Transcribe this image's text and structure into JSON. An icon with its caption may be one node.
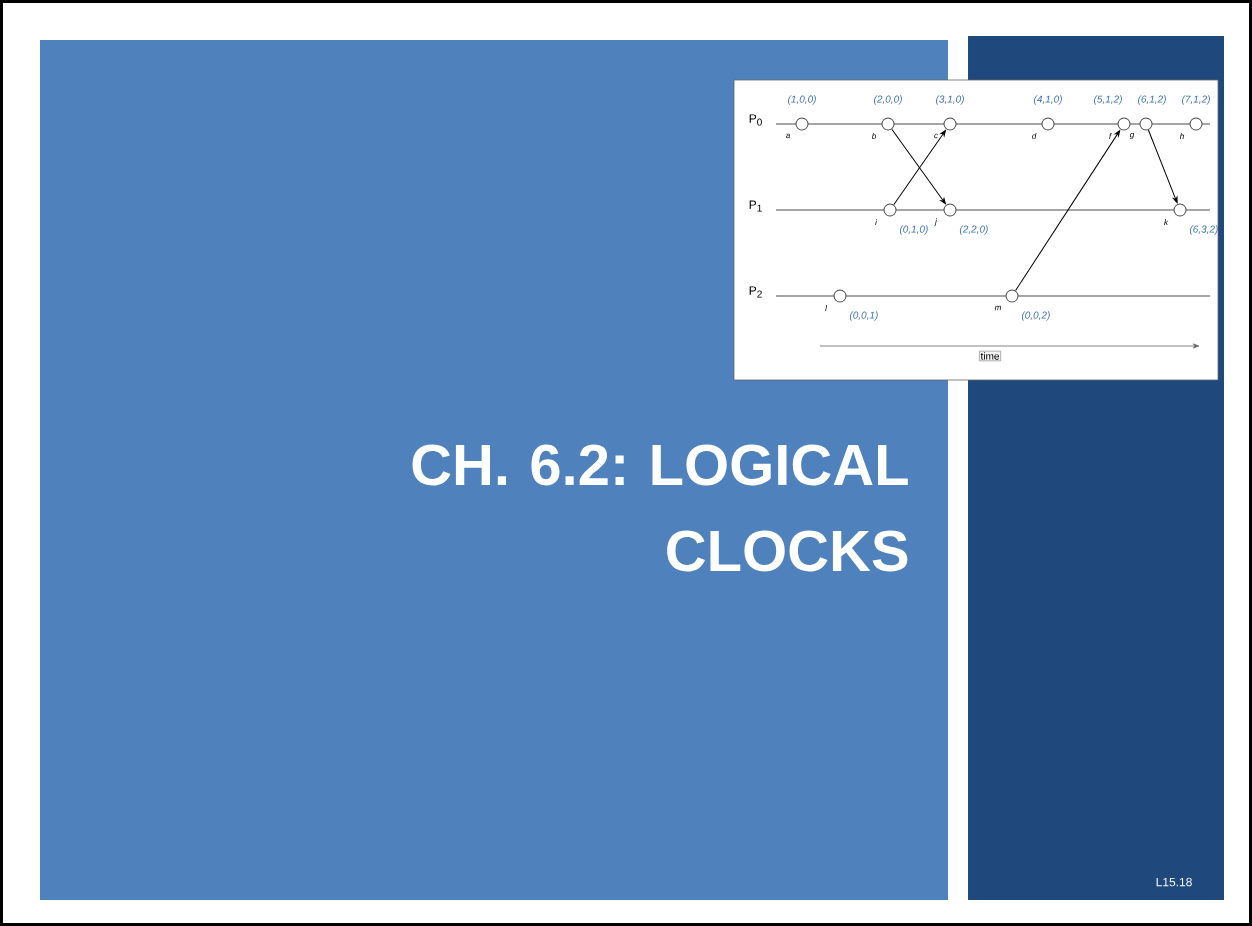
{
  "diagram": {
    "title": "CH. 6.2: LOGICAL CLOCKS",
    "nodes": [
      {
        "text": [],
        "shape": "circle",
        "beside": [
          "a",
          "(1,0,0)"
        ]
      },
      {
        "text": [],
        "shape": "circle",
        "beside": [
          "b",
          "(2,0,0)"
        ]
      },
      {
        "text": [],
        "shape": "circle",
        "beside": [
          "c",
          "(3,1,0)"
        ]
      },
      {
        "text": [],
        "shape": "circle",
        "beside": [
          "d",
          "(4,1,0)"
        ]
      },
      {
        "text": [],
        "shape": "circle",
        "beside": [
          "f",
          "(5,1,2)"
        ]
      },
      {
        "text": [],
        "shape": "circle",
        "beside": [
          "g",
          "(6,1,2)"
        ]
      },
      {
        "text": [],
        "shape": "circle",
        "beside": [
          "h",
          "(7,1,2)"
        ]
      },
      {
        "text": [],
        "shape": "circle",
        "beside": [
          "i",
          "(0,1,0)"
        ]
      },
      {
        "text": [],
        "shape": "circle",
        "beside": [
          "j",
          "(2,2,0)"
        ]
      },
      {
        "text": [],
        "shape": "circle",
        "beside": [
          "k",
          "(6,3,2)"
        ]
      },
      {
        "text": [],
        "shape": "circle",
        "beside": [
          "l",
          "(0,0,1)"
        ]
      },
      {
        "text": [],
        "shape": "circle",
        "beside": [
          "m",
          "(0,0,2)"
        ]
      }
    ],
    "edges": [
      {
        "from": 1,
        "to": 8,
        "arrow": "to"
      },
      {
        "from": 7,
        "to": 2,
        "arrow": "to"
      },
      {
        "from": 11,
        "to": 4,
        "arrow": "to"
      },
      {
        "from": 5,
        "to": 9,
        "arrow": "to"
      }
    ],
    "labels": [
      "P$_{0}$",
      "P$_{1}$",
      "P$_{2}$",
      "time",
      "L15.18"
    ]
  }
}
